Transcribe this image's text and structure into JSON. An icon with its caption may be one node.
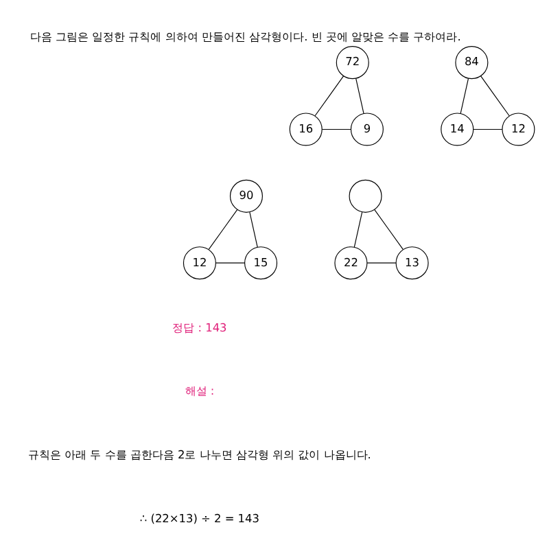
{
  "diagram": {
    "title": "다음 그림은 일정한 규칙에 의하여 만들어진 삼각형이다. 빈 곳에 알맞은 수를 구하여라.",
    "nodes": [
      {
        "text": [
          "72"
        ]
      },
      {
        "text": [
          "16"
        ]
      },
      {
        "text": [
          "9"
        ]
      },
      {
        "text": [
          "84"
        ]
      },
      {
        "text": [
          "14"
        ]
      },
      {
        "text": [
          "12"
        ]
      },
      {
        "text": [
          "90"
        ]
      },
      {
        "text": [
          "12"
        ]
      },
      {
        "text": [
          "15"
        ]
      },
      {
        "text": [],
        "shape": "circle"
      },
      {
        "text": [
          "22"
        ]
      },
      {
        "text": [
          "13"
        ]
      }
    ],
    "edges": [
      {
        "from": 0,
        "to": 1,
        "arrow": "none"
      },
      {
        "from": 0,
        "to": 2,
        "arrow": "none"
      },
      {
        "from": 1,
        "to": 2,
        "arrow": "none"
      },
      {
        "from": 3,
        "to": 4,
        "arrow": "none"
      },
      {
        "from": 3,
        "to": 5,
        "arrow": "none"
      },
      {
        "from": 4,
        "to": 5,
        "arrow": "none"
      },
      {
        "from": 6,
        "to": 7,
        "arrow": "none"
      },
      {
        "from": 6,
        "to": 8,
        "arrow": "none"
      },
      {
        "from": 7,
        "to": 8,
        "arrow": "none"
      },
      {
        "from": 9,
        "to": 10,
        "arrow": "none"
      },
      {
        "from": 9,
        "to": 11,
        "arrow": "none"
      },
      {
        "from": 10,
        "to": 11,
        "arrow": "none"
      }
    ],
    "labels": [
      "정답 : 143",
      "해설 :",
      "규칙은 아래 두 수를 곱한다음 2로 나누면 삼각형 위의 값이 나옵니다.",
      "∴ (22×13) ÷ 2 = 143"
    ]
  }
}
